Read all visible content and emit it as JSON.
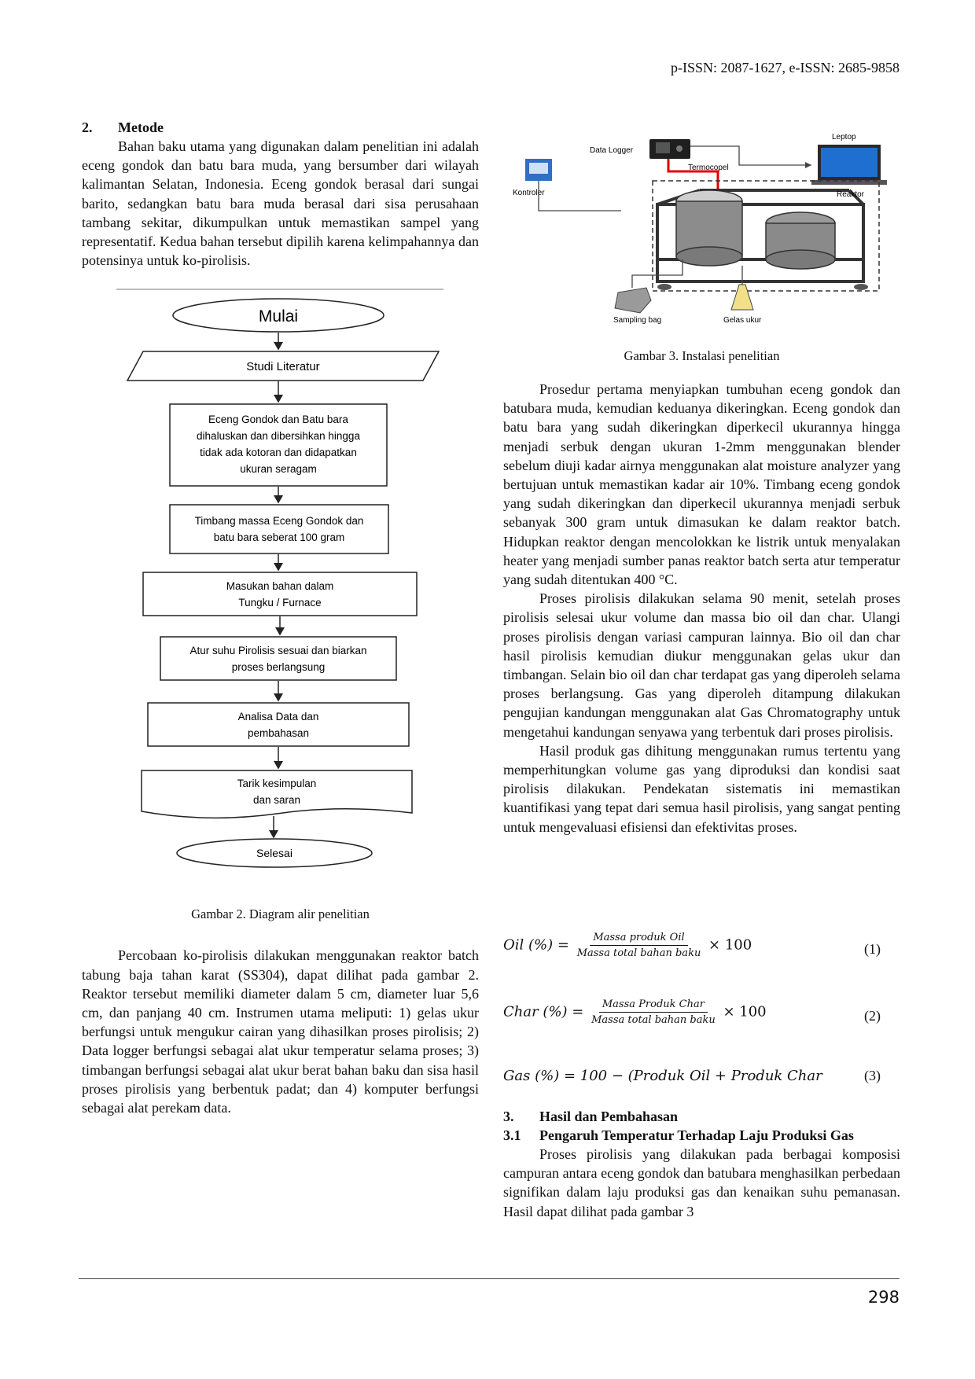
{
  "header": {
    "issn": "p-ISSN: 2087-1627, e-ISSN: 2685-9858"
  },
  "section2": {
    "number": "2.",
    "title": "Metode",
    "para1": "Bahan baku utama yang digunakan dalam penelitian ini adalah eceng gondok dan batu bara muda, yang bersumber dari wilayah kalimantan Selatan, Indonesia. Eceng gondok berasal dari sungai barito, sedangkan batu bara muda berasal dari sisa perusahaan tambang sekitar, dikumpulkan untuk memastikan sampel yang representatif. Kedua bahan tersebut dipilih karena kelimpahannya dan potensinya untuk ko-pirolisis.",
    "para2": "Percobaan ko-pirolisis dilakukan menggunakan reaktor batch tabung baja tahan karat (SS304), dapat dilihat pada gambar 2. Reaktor tersebut memiliki diameter dalam 5 cm, diameter luar 5,6 cm, dan panjang 40 cm. Instrumen utama meliputi: 1) gelas ukur berfungsi untuk mengukur cairan yang dihasilkan proses pirolisis; 2) Data logger berfungsi sebagai alat ukur temperatur selama proses; 3) timbangan berfungsi sebagai alat ukur berat bahan baku dan sisa hasil proses pirolisis yang berbentuk padat; dan 4) komputer berfungsi sebagai alat perekam data."
  },
  "flowchart": {
    "start": "Mulai",
    "step1": "Studi Literatur",
    "step2_lines": [
      "Eceng Gondok dan Batu bara",
      "dihaluskan dan dibersihkan hingga",
      "tidak ada kotoran dan didapatkan",
      "ukuran seragam"
    ],
    "step3_lines": [
      "Timbang massa Eceng Gondok dan",
      "batu bara seberat 100 gram"
    ],
    "step4_lines": [
      "Masukan bahan dalam",
      "Tungku / Furnace"
    ],
    "step5_lines": [
      "Atur suhu Pirolisis sesuai dan biarkan",
      "proses berlangsung"
    ],
    "step6_lines": [
      "Analisa Data dan",
      "pembahasan"
    ],
    "step7_lines": [
      "Tarik kesimpulan",
      "dan saran"
    ],
    "end": "Selesai"
  },
  "figure2_caption": "Gambar 2. Diagram alir penelitian",
  "setup": {
    "data_logger": "Data Logger",
    "laptop": "Leptop",
    "termocouple": "Termocopel",
    "controller": "Kontroler",
    "reactor": "Reaktor",
    "sampling_bag": "Sampling bag",
    "measuring_glass": "Gelas ukur",
    "accent_color": "#e00000"
  },
  "figure3_caption": "Gambar 3. Instalasi penelitian",
  "right": {
    "para1": "Prosedur pertama menyiapkan tumbuhan eceng gondok dan batubara muda, kemudian keduanya dikeringkan. Eceng gondok dan batu bara yang sudah dikeringkan diperkecil ukurannya hingga menjadi serbuk dengan ukuran 1-2mm menggunakan blender sebelum diuji kadar airnya menggunakan alat moisture analyzer yang bertujuan untuk memastikan kadar air 10%. Timbang eceng gondok yang sudah dikeringkan dan diperkecil ukurannya menjadi serbuk sebanyak 300 gram untuk dimasukan ke dalam reaktor batch. Hidupkan reaktor dengan mencolokkan ke listrik untuk menyalakan heater yang menjadi sumber panas reaktor batch serta atur temperatur yang sudah ditentukan 400 °C.",
    "para2": "Proses pirolisis dilakukan selama 90 menit, setelah proses pirolisis selesai ukur volume dan massa bio oil dan char. Ulangi proses pirolisis dengan variasi campuran lainnya. Bio oil dan char hasil pirolisis kemudian diukur menggunakan gelas ukur dan timbangan. Selain bio oil dan char terdapat gas yang diperoleh selama proses berlangsung. Gas yang diperoleh ditampung dilakukan pengujian kandungan menggunakan alat Gas Chromatography untuk mengetahui kandungan senyawa yang terbentuk dari proses pirolisis.",
    "para3": "Hasil produk gas dihitung menggunakan rumus tertentu yang memperhitungkan volume gas yang diproduksi dan kondisi saat pirolisis dilakukan. Pendekatan sistematis ini memastikan kuantifikasi yang tepat dari semua hasil pirolisis, yang sangat penting untuk mengevaluasi efisiensi dan efektivitas proses."
  },
  "equations": {
    "eq1": {
      "lhs": "Oil (%) =",
      "num": "Massa produk Oil",
      "den": "Massa total bahan baku",
      "rhs": "× 100",
      "label": "(1)"
    },
    "eq2": {
      "lhs": "Char (%) =",
      "num": "Massa Produk Char",
      "den": "Massa total bahan baku",
      "rhs": "× 100",
      "label": "(2)"
    },
    "eq3": {
      "text": "Gas (%) = 100 − (Produk Oil + Produk Char",
      "label": "(3)"
    }
  },
  "section3": {
    "number": "3.",
    "title": "Hasil dan Pembahasan",
    "sub_number": "3.1",
    "sub_title": "Pengaruh Temperatur Terhadap Laju Produksi Gas",
    "para": "Proses pirolisis yang dilakukan pada berbagai komposisi campuran antara eceng gondok dan batubara menghasilkan perbedaan signifikan dalam laju produksi gas dan kenaikan suhu pemanasan. Hasil dapat dilihat pada gambar 3"
  },
  "page_number": "298"
}
